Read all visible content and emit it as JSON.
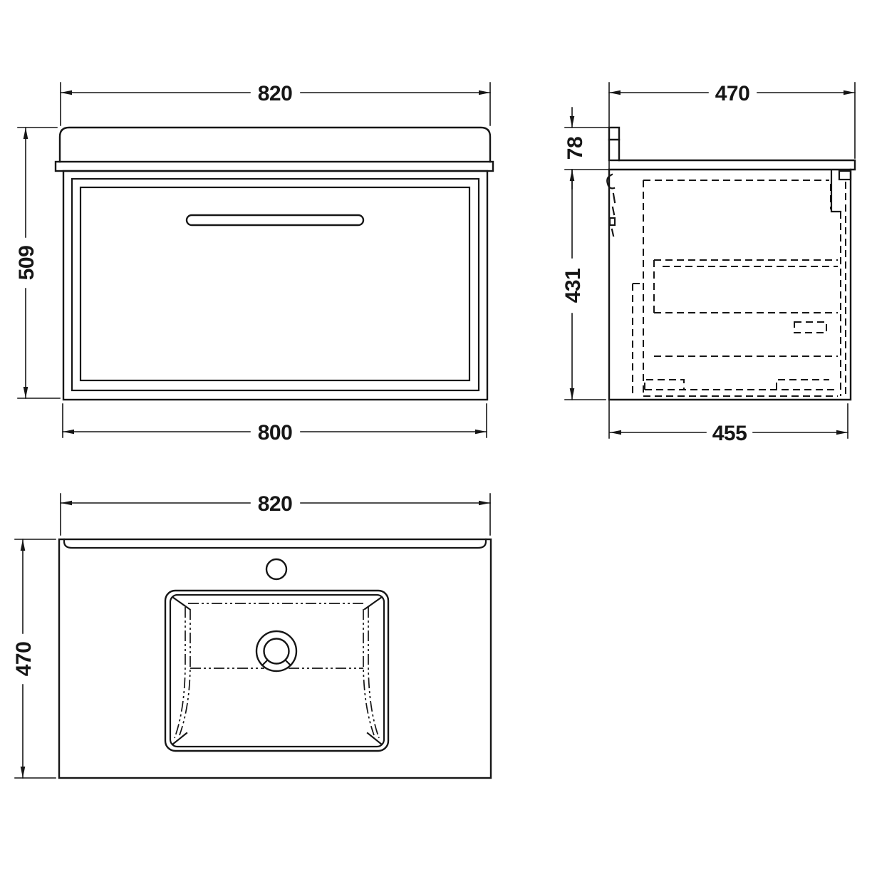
{
  "dimensions": {
    "front": {
      "top_width": "820",
      "height": "509",
      "bottom_width": "800"
    },
    "side": {
      "top_depth": "470",
      "worktop_height": "78",
      "cabinet_height": "431",
      "bottom_depth": "455"
    },
    "plan": {
      "width": "820",
      "depth": "470"
    }
  },
  "colors": {
    "line": "#161616",
    "background": "#ffffff"
  }
}
